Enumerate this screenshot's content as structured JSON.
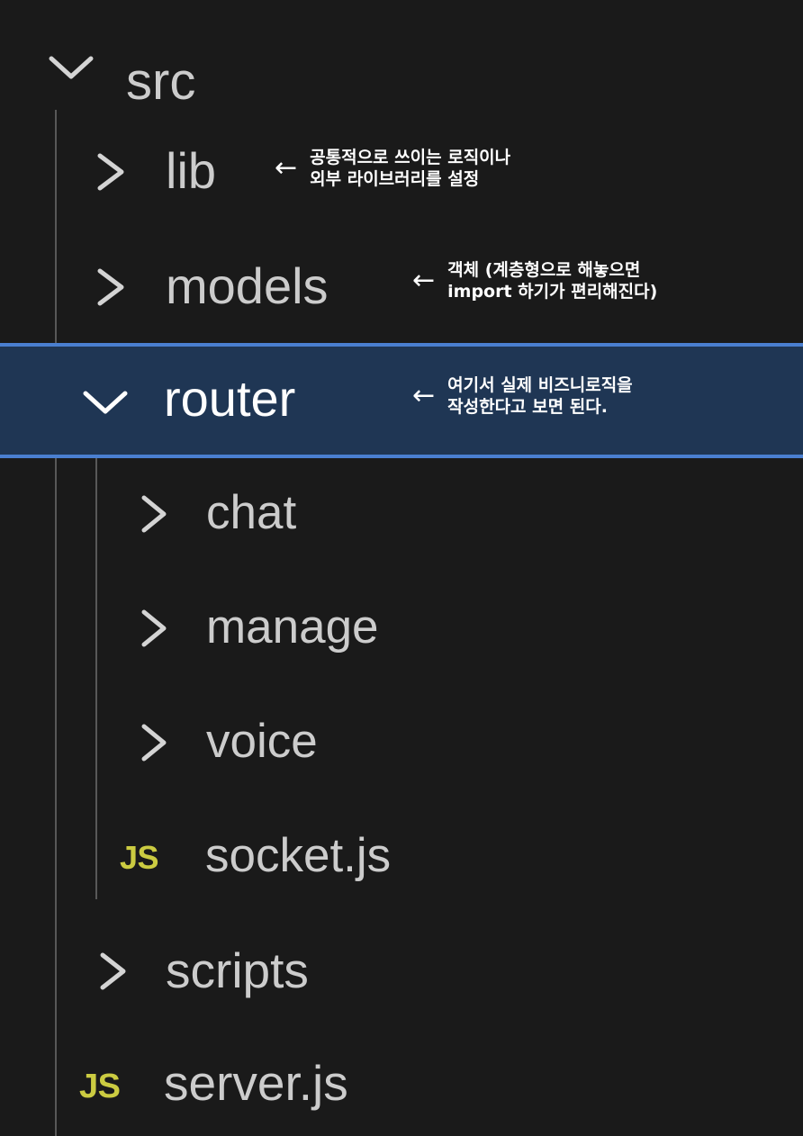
{
  "theme": {
    "background": "#1a1a1a",
    "selected_background": "#1f3654",
    "selected_border": "#4a7fd0",
    "text": "#cccccc",
    "selected_text": "#ffffff",
    "js_icon_color": "#cbcb41",
    "indent_guide": "#585858",
    "annotation_text": "#ffffff"
  },
  "tree": {
    "rows": [
      {
        "name": "src",
        "type": "folder",
        "state": "expanded",
        "icon": "chevron-down-icon",
        "depth": 0,
        "selected": false
      },
      {
        "name": "lib",
        "type": "folder",
        "state": "collapsed",
        "icon": "chevron-right-icon",
        "depth": 1,
        "selected": false
      },
      {
        "name": "models",
        "type": "folder",
        "state": "collapsed",
        "icon": "chevron-right-icon",
        "depth": 1,
        "selected": false
      },
      {
        "name": "router",
        "type": "folder",
        "state": "expanded",
        "icon": "chevron-down-icon",
        "depth": 1,
        "selected": true
      },
      {
        "name": "chat",
        "type": "folder",
        "state": "collapsed",
        "icon": "chevron-right-icon",
        "depth": 2,
        "selected": false
      },
      {
        "name": "manage",
        "type": "folder",
        "state": "collapsed",
        "icon": "chevron-right-icon",
        "depth": 2,
        "selected": false
      },
      {
        "name": "voice",
        "type": "folder",
        "state": "collapsed",
        "icon": "chevron-right-icon",
        "depth": 2,
        "selected": false
      },
      {
        "name": "socket.js",
        "type": "file",
        "state": "none",
        "icon": "js-file-icon",
        "icon_label": "JS",
        "depth": 2,
        "selected": false
      },
      {
        "name": "scripts",
        "type": "folder",
        "state": "collapsed",
        "icon": "chevron-right-icon",
        "depth": 1,
        "selected": false
      },
      {
        "name": "server.js",
        "type": "file",
        "state": "none",
        "icon": "js-file-icon",
        "icon_label": "JS",
        "depth": 0,
        "selected": false
      }
    ]
  },
  "annotations": [
    {
      "target": "lib",
      "arrow": "←",
      "line1": "공통적으로 쓰이는 로직이나",
      "line2": "외부 라이브러리를 설정"
    },
    {
      "target": "models",
      "arrow": "←",
      "line1": "객체 (계층형으로 해놓으면",
      "line2": "import 하기가 편리해진다)"
    },
    {
      "target": "router",
      "arrow": "←",
      "line1": "여기서 실제 비즈니로직을",
      "line2": "작성한다고 보면 된다."
    }
  ],
  "js_icons": {
    "socket": "JS",
    "server": "JS"
  }
}
